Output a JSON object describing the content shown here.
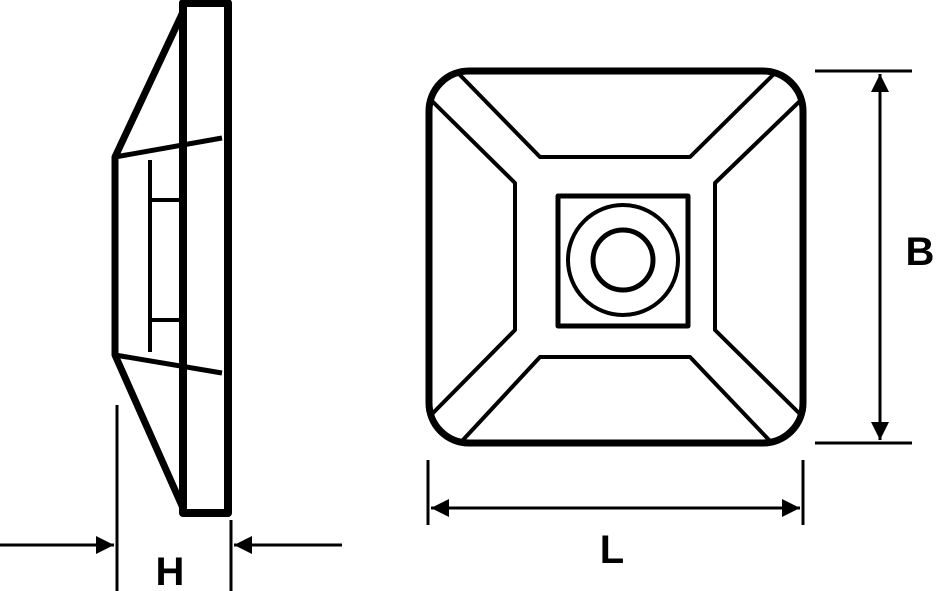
{
  "labels": {
    "height": "H",
    "length": "L",
    "breadth": "B"
  },
  "colors": {
    "line": "#000000",
    "background": "#ffffff"
  }
}
